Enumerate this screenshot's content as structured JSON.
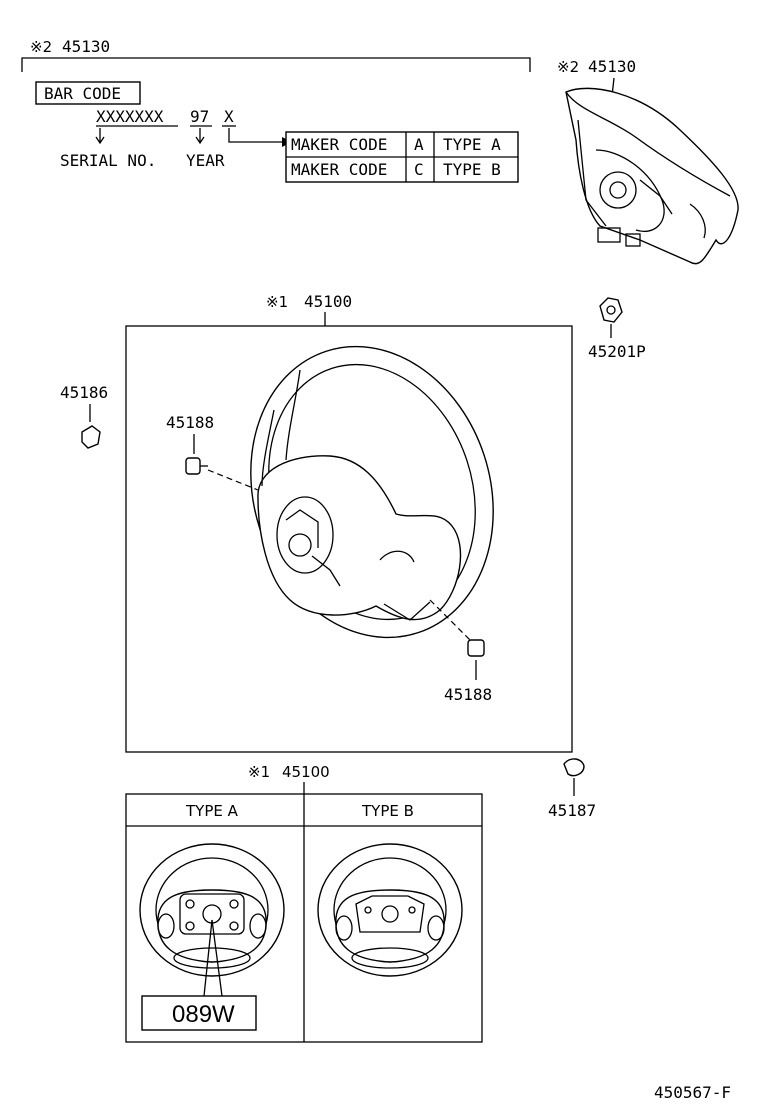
{
  "header": {
    "ref_mark": "※2",
    "ref_part": "45130"
  },
  "barcode": {
    "label": "BAR CODE",
    "serial_code": "XXXXXXX",
    "year_code": "97",
    "maker_code": "X",
    "serial_label": "SERIAL NO.",
    "year_label": "YEAR"
  },
  "maker_table": {
    "rows": [
      {
        "label": "MAKER CODE",
        "code": "A",
        "type": "TYPE A"
      },
      {
        "label": "MAKER CODE",
        "code": "C",
        "type": "TYPE B"
      }
    ]
  },
  "parts": {
    "airbag_mark": "※2",
    "airbag": "45130",
    "wheel_mark": "※1",
    "wheel": "45100",
    "nut": "45201P",
    "left_clip": "45186",
    "screw_upper": "45188",
    "screw_lower": "45188",
    "bottom_clip": "45187"
  },
  "types_panel": {
    "mark": "※1",
    "part": "45100",
    "type_a": "TYPE A",
    "type_b": "TYPE B",
    "code_box": "089W"
  },
  "footer": {
    "diagram_id": "450567-F"
  }
}
